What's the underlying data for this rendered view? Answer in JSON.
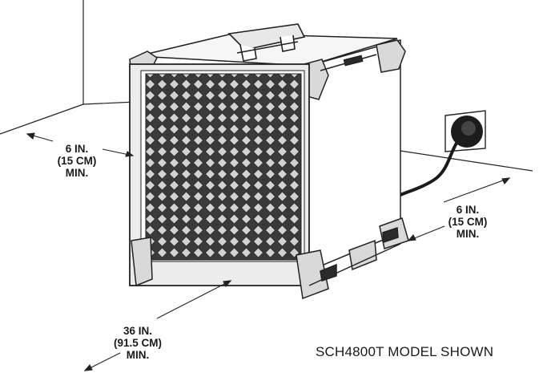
{
  "clearances": {
    "left": {
      "line1": "6 IN.",
      "line2": "(15 CM)",
      "line3": "MIN."
    },
    "right": {
      "line1": "6 IN.",
      "line2": "(15 CM)",
      "line3": "MIN."
    },
    "front": {
      "line1": "36 IN.",
      "line2": "(91.5 CM)",
      "line3": "MIN."
    }
  },
  "caption": "SCH4800T MODEL SHOWN"
}
